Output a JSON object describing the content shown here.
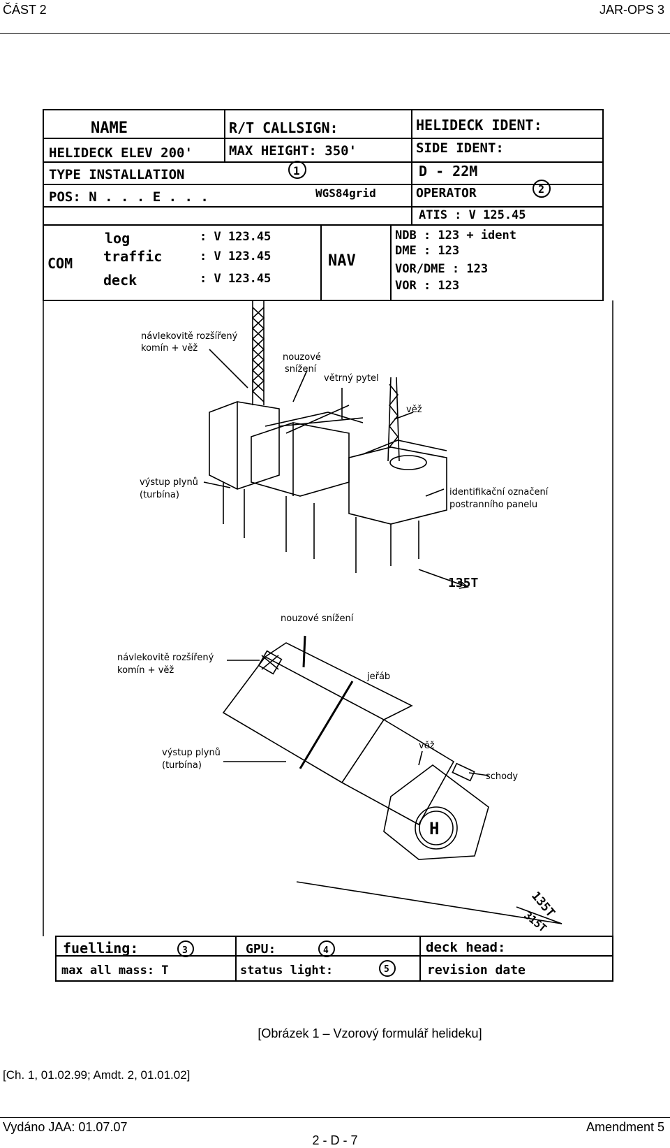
{
  "header": {
    "left": "ČÁST 2",
    "right": "JAR-OPS 3"
  },
  "form": {
    "name": "NAME",
    "rt_callsign": "R/T CALLSIGN:",
    "helideck_ident": "HELIDECK IDENT:",
    "helideck_elev": "HELIDECK ELEV 200'",
    "max_height": "MAX HEIGHT: 350'",
    "side_ident": "SIDE IDENT:",
    "type_installation": "TYPE INSTALLATION",
    "type_marker": "1",
    "d_value": "D - 22M",
    "pos": "POS: N . . .   E . . .",
    "wgs": "WGS84grid",
    "operator": "OPERATOR",
    "operator_marker": "2",
    "atis": "ATIS : V 125.45",
    "com": "COM",
    "log": "log",
    "traffic": "traffic",
    "deck": "deck",
    "log_freq": ": V 123.45",
    "traffic_freq": ": V 123.45",
    "deck_freq": ": V 123.45",
    "nav": "NAV",
    "ndb": "NDB : 123 + ident",
    "dme": "DME : 123",
    "vordme": "VOR/DME : 123",
    "vor": "VOR : 123",
    "fuelling": "fuelling:",
    "fuelling_marker": "3",
    "gpu": "GPU:",
    "gpu_marker": "4",
    "deck_head": "deck head:",
    "max_mass": "max all mass: T",
    "status_light": "status light:",
    "status_marker": "5",
    "revision_date": "revision date"
  },
  "labels": {
    "flare_top": [
      "návlekovitě rozšířený",
      "komín + věž"
    ],
    "emergency_lower": [
      "nouzové",
      "snížení"
    ],
    "windsock": "větrný pytel",
    "tower_top": "věž",
    "gas_outlet_top": [
      "výstup plynů",
      "(turbína)"
    ],
    "panel_id": [
      "identifikační označení",
      "postranního panelu"
    ],
    "bearing_top": "135T",
    "emergency_lower_bottom": "nouzové snížení",
    "flare_bottom": [
      "návlekovitě rozšířený",
      "komín + věž"
    ],
    "crane": "jeřáb",
    "gas_outlet_bottom": [
      "výstup plynů",
      "(turbína)"
    ],
    "tower_bottom": "věž",
    "stairs": "schody",
    "heli_letter": "H",
    "bearing_bottom_1": "135T",
    "bearing_bottom_2": "315T"
  },
  "caption": "[Obrázek 1 – Vzorový formulář helideku]",
  "note": "[Ch. 1, 01.02.99; Amdt. 2, 01.01.02]",
  "footer": {
    "left": "Vydáno JAA: 01.07.07",
    "right": "Amendment 5",
    "page": "2 - D - 7"
  }
}
